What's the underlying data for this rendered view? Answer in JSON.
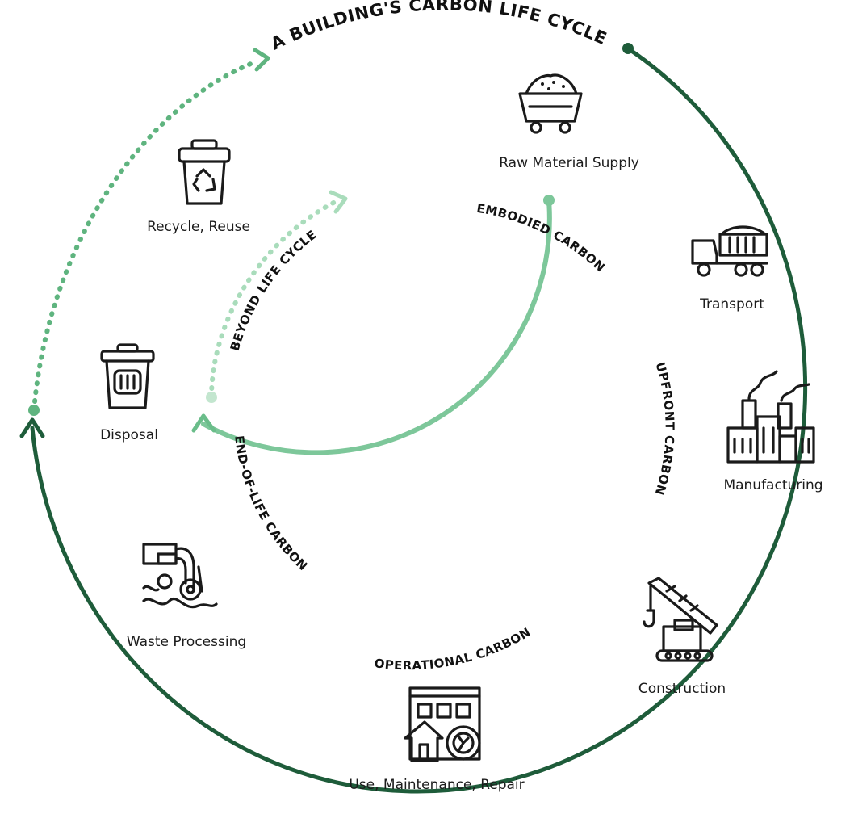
{
  "title": "A BUILDING'S CARBON LIFE CYCLE",
  "colors": {
    "outer_cycle": "#1e5c3a",
    "inner_cycle": "#7dc79a",
    "beyond_dots": "#8fd3a7",
    "text": "#1c1c1c"
  },
  "inner_arcs": {
    "embodied": "EMBODIED CARBON",
    "upfront": "UPFRONT CARBON",
    "operational": "OPERATIONAL CARBON",
    "end_of_life": "END-OF-LIFE CARBON",
    "beyond": "BEYOND LIFE CYCLE"
  },
  "stages": {
    "raw_material": {
      "label": "Raw Material Supply",
      "icon": "mining-cart-icon"
    },
    "transport": {
      "label": "Transport",
      "icon": "dump-truck-icon"
    },
    "manufacturing": {
      "label": "Manufacturing",
      "icon": "factory-icon"
    },
    "construction": {
      "label": "Construction",
      "icon": "crane-icon"
    },
    "use": {
      "label": "Use, Maintenance, Repair",
      "icon": "building-wrench-icon"
    },
    "waste": {
      "label": "Waste Processing",
      "icon": "waste-pipe-icon"
    },
    "disposal": {
      "label": "Disposal",
      "icon": "trash-bin-icon"
    },
    "recycle": {
      "label": "Recycle, Reuse",
      "icon": "recycle-bin-icon"
    }
  }
}
